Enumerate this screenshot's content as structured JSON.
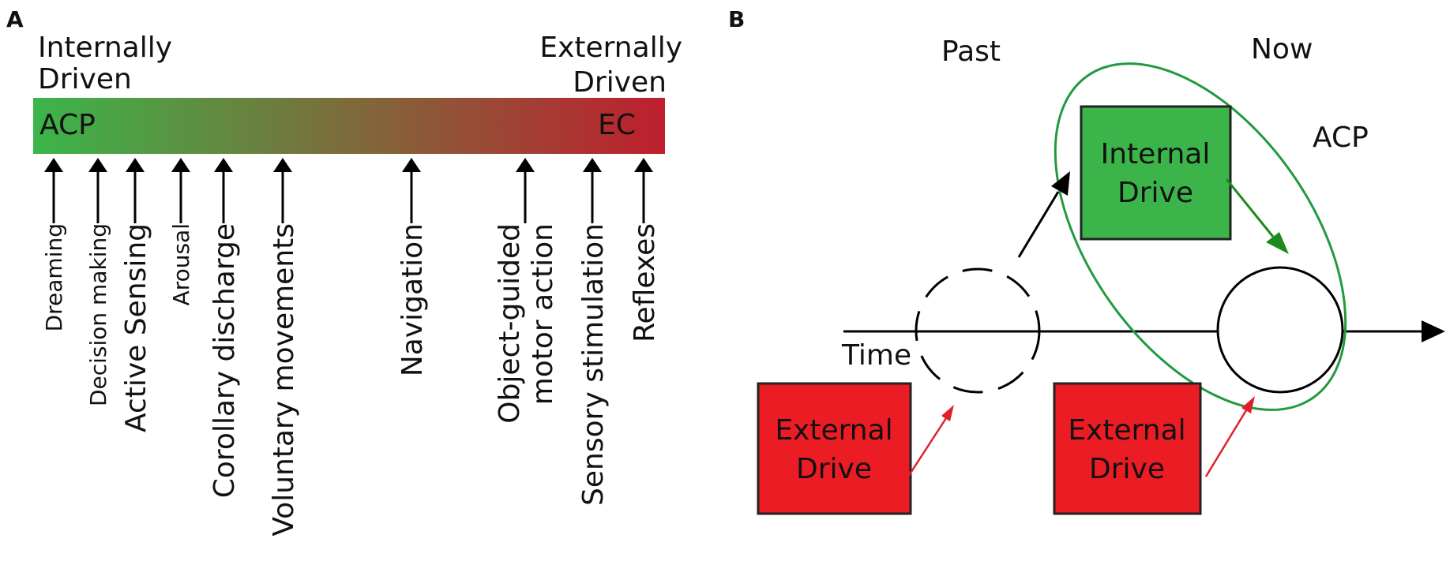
{
  "panel_a": {
    "letter": "A",
    "left_heading": [
      "Internally",
      "Driven"
    ],
    "right_heading": [
      "Externally",
      "Driven"
    ],
    "bar_left_label": "ACP",
    "bar_right_label": "EC",
    "gradient_colors": [
      "#3bb54a",
      "#7d6b3b",
      "#bf1e2e"
    ],
    "items": [
      {
        "lines": [
          "Dreaming"
        ]
      },
      {
        "lines": [
          "Decision making"
        ]
      },
      {
        "lines": [
          "Active Sensing"
        ]
      },
      {
        "lines": [
          "Arousal"
        ]
      },
      {
        "lines": [
          "Corollary discharge"
        ]
      },
      {
        "lines": [
          "Voluntary movements"
        ]
      },
      {
        "lines": [
          "Navigation"
        ]
      },
      {
        "lines": [
          "Object-guided",
          "motor action"
        ]
      },
      {
        "lines": [
          "Sensory stimulation"
        ]
      },
      {
        "lines": [
          "Reflexes"
        ]
      }
    ]
  },
  "panel_b": {
    "letter": "B",
    "past_label": "Past",
    "now_label": "Now",
    "acp_label": "ACP",
    "time_label": "Time",
    "internal_drive": [
      "Internal",
      "Drive"
    ],
    "external_drive_past": [
      "External",
      "Drive"
    ],
    "external_drive_now": [
      "External",
      "Drive"
    ],
    "colors": {
      "internal": "#3bb54a",
      "external": "#ec1c24",
      "ellipse": "#229a3f",
      "green_arrow": "#1d8a1d",
      "red_arrow": "#e01f2a"
    }
  }
}
